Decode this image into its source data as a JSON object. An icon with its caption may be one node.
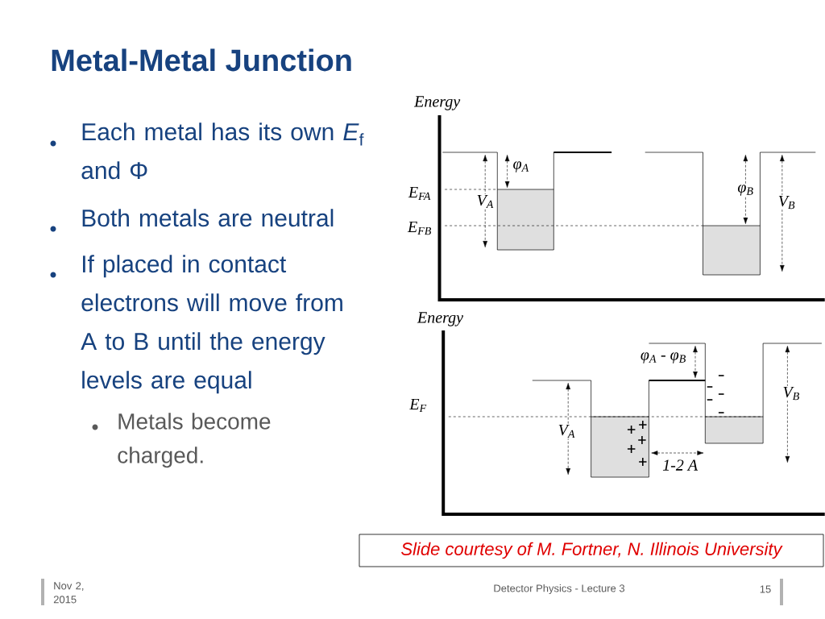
{
  "diagram": {
    "title": "Metal-Metal Junction",
    "nodes": [
      {
        "text": [
          "Slide courtesy of M. Fortner, N. Illinois University"
        ]
      }
    ],
    "labels": [
      "Each metal has its own *E*$_{f}$ and Φ",
      "Both metals are neutral",
      "If placed in contact electrons will move from A to B until the energy levels are equal",
      "Metals become charged.",
      "Energy",
      "E$_{FA}$",
      "E$_{FB}$",
      "V$_{A}$",
      "φ$_{A}$",
      "φ$_{B}$",
      "V$_{B}$",
      "Energy",
      "E$_{F}$",
      "φ$_{A}$ - φ$_{B}$",
      "V$_{A}$",
      "V$_{B}$",
      "1-2 A",
      "Nov 2, 2015",
      "Detector Physics - Lecture 3",
      "15"
    ]
  }
}
